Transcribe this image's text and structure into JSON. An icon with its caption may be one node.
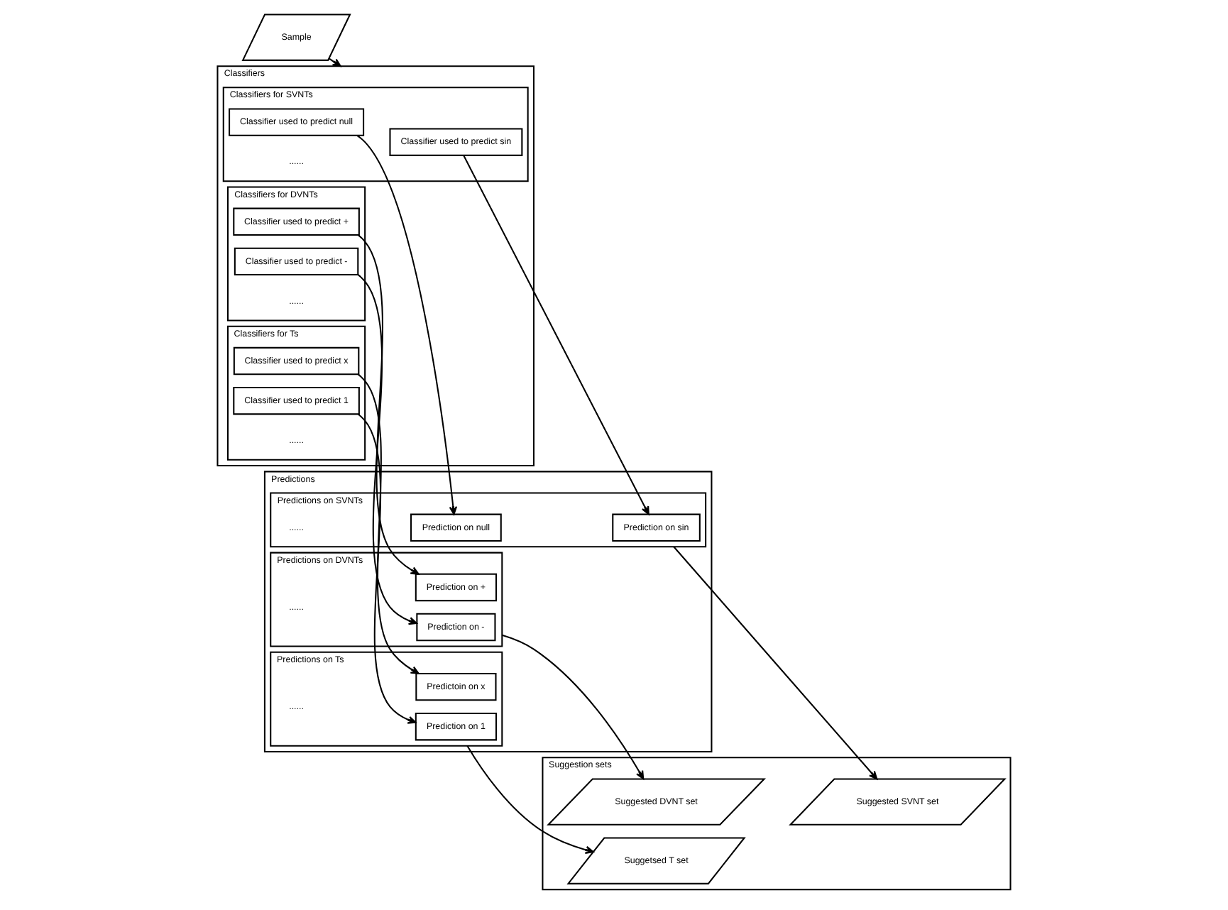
{
  "diagram": {
    "nodes": [
      {
        "text": [
          "Sample"
        ]
      },
      {
        "text": [
          "Classifiers"
        ]
      },
      {
        "text": [
          "Classifiers for DVNTs"
        ],
        "in": 1
      },
      {
        "text": [
          "Classifier used to predict +"
        ],
        "in": 2
      },
      {
        "text": [
          "Classifier used to predict -"
        ],
        "in": 2
      },
      {
        "text": [
          "Classifiers for SVNTs"
        ],
        "in": 1
      },
      {
        "text": [
          "Classifier used to predict null"
        ],
        "in": 5
      },
      {
        "text": [
          "Classifier used to predict sin"
        ],
        "in": 5
      },
      {
        "text": [
          "Classifiers for Ts"
        ],
        "in": 1
      },
      {
        "text": [
          "Classifier used to predict x"
        ],
        "in": 8
      },
      {
        "text": [
          "Classifier used to predict 1"
        ],
        "in": 8
      },
      {
        "text": [
          "Predictions"
        ]
      },
      {
        "text": [
          "Predictions on DVNTs"
        ],
        "in": 11
      },
      {
        "text": [
          "Prediction on +"
        ],
        "in": 12
      },
      {
        "text": [
          "Prediction on -"
        ],
        "in": 12
      },
      {
        "text": [
          "Predictions on SVNTs"
        ],
        "in": 11
      },
      {
        "text": [
          "Prediction on null"
        ],
        "in": 15
      },
      {
        "text": [
          "Prediction on sin"
        ],
        "in": 15
      },
      {
        "text": [
          "Predictions on Ts"
        ],
        "in": 11
      },
      {
        "text": [
          "Predictoin on x"
        ],
        "in": 18
      },
      {
        "text": [
          "Prediction on 1"
        ],
        "in": 18
      },
      {
        "text": [
          "Suggestion sets"
        ]
      },
      {
        "text": [
          "Suggested DVNT set"
        ],
        "in": 21
      },
      {
        "text": [
          "Suggested SVNT set"
        ],
        "in": 21
      },
      {
        "text": [
          "Suggetsed T set"
        ],
        "in": 21
      }
    ],
    "edges": [
      {
        "from": 0,
        "to": 1,
        "arrow": "to"
      },
      {
        "from": 3,
        "to": 13,
        "arrow": "to"
      },
      {
        "from": 4,
        "to": 14,
        "arrow": "to"
      },
      {
        "from": 6,
        "to": 16,
        "arrow": "to"
      },
      {
        "from": 7,
        "to": 17,
        "arrow": "to"
      },
      {
        "from": 9,
        "to": 19,
        "arrow": "to"
      },
      {
        "from": 10,
        "to": 20,
        "arrow": "to"
      },
      {
        "from": 12,
        "to": 22,
        "arrow": "to"
      },
      {
        "from": 15,
        "to": 23,
        "arrow": "to"
      },
      {
        "from": 18,
        "to": 24,
        "arrow": "to"
      }
    ],
    "labels": [
      "......",
      "......",
      "......",
      "......",
      "......",
      "......"
    ]
  }
}
